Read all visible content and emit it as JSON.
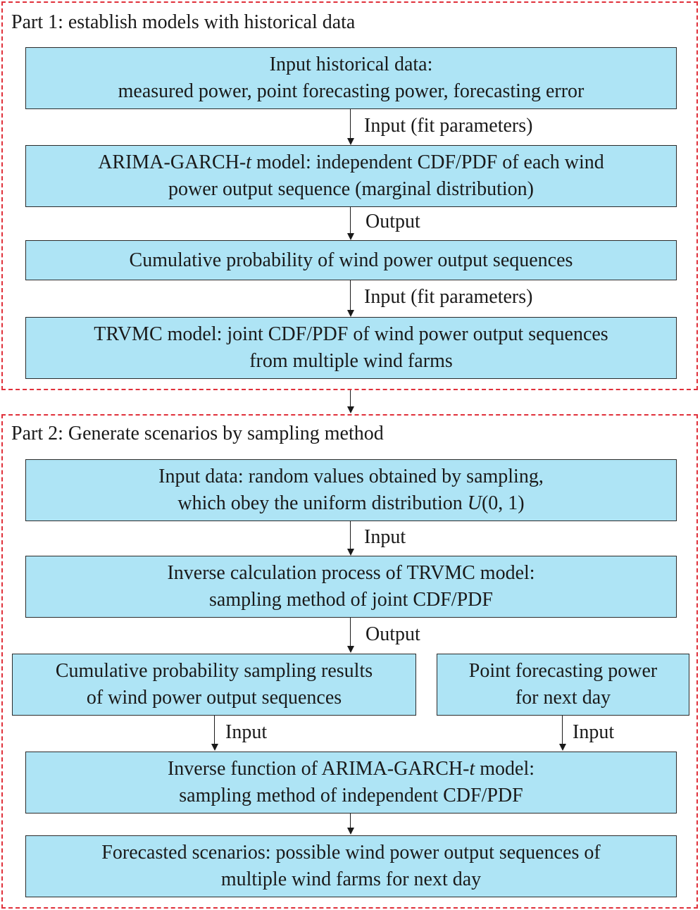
{
  "part1": {
    "title": "Part 1: establish models with historical data",
    "box_input": {
      "line1": "Input historical data:",
      "line2": "measured power, point forecasting power, forecasting error"
    },
    "label_fit1": "Input (fit parameters)",
    "box_arima": {
      "line1_pre": "ARIMA-GARCH-",
      "line1_ital": "t",
      "line1_post": " model: independent CDF/PDF of each wind",
      "line2": "power output sequence (marginal distribution)"
    },
    "label_output": "Output",
    "box_cumprob": {
      "line1": "Cumulative probability of wind power output sequences"
    },
    "label_fit2": "Input (fit parameters)",
    "box_trvmc": {
      "line1": "TRVMC model: joint CDF/PDF of wind power output sequences",
      "line2": "from multiple wind farms"
    }
  },
  "part2": {
    "title": "Part 2: Generate scenarios by sampling method",
    "box_input": {
      "line1": "Input data: random values obtained by sampling,",
      "line2_pre": "which obey the uniform distribution ",
      "line2_ital": "U",
      "line2_post": "(0, 1)"
    },
    "label_input": "Input",
    "box_inverse_trvmc": {
      "line1": "Inverse calculation process of TRVMC model:",
      "line2": "sampling method of joint CDF/PDF"
    },
    "label_output": "Output",
    "box_sampling_results": {
      "line1": "Cumulative probability sampling results",
      "line2": "of wind power output sequences"
    },
    "box_point_forecast": {
      "line1": "Point forecasting power",
      "line2": "for next day"
    },
    "label_input_left": "Input",
    "label_input_right": "Input",
    "box_inverse_arima": {
      "line1_pre": "Inverse function of ARIMA-GARCH-",
      "line1_ital": "t",
      "line1_post": " model:",
      "line2": "sampling method of independent CDF/PDF"
    },
    "box_scenarios": {
      "line1": "Forecasted scenarios: possible wind power output sequences of",
      "line2": "multiple wind farms for next day"
    }
  }
}
